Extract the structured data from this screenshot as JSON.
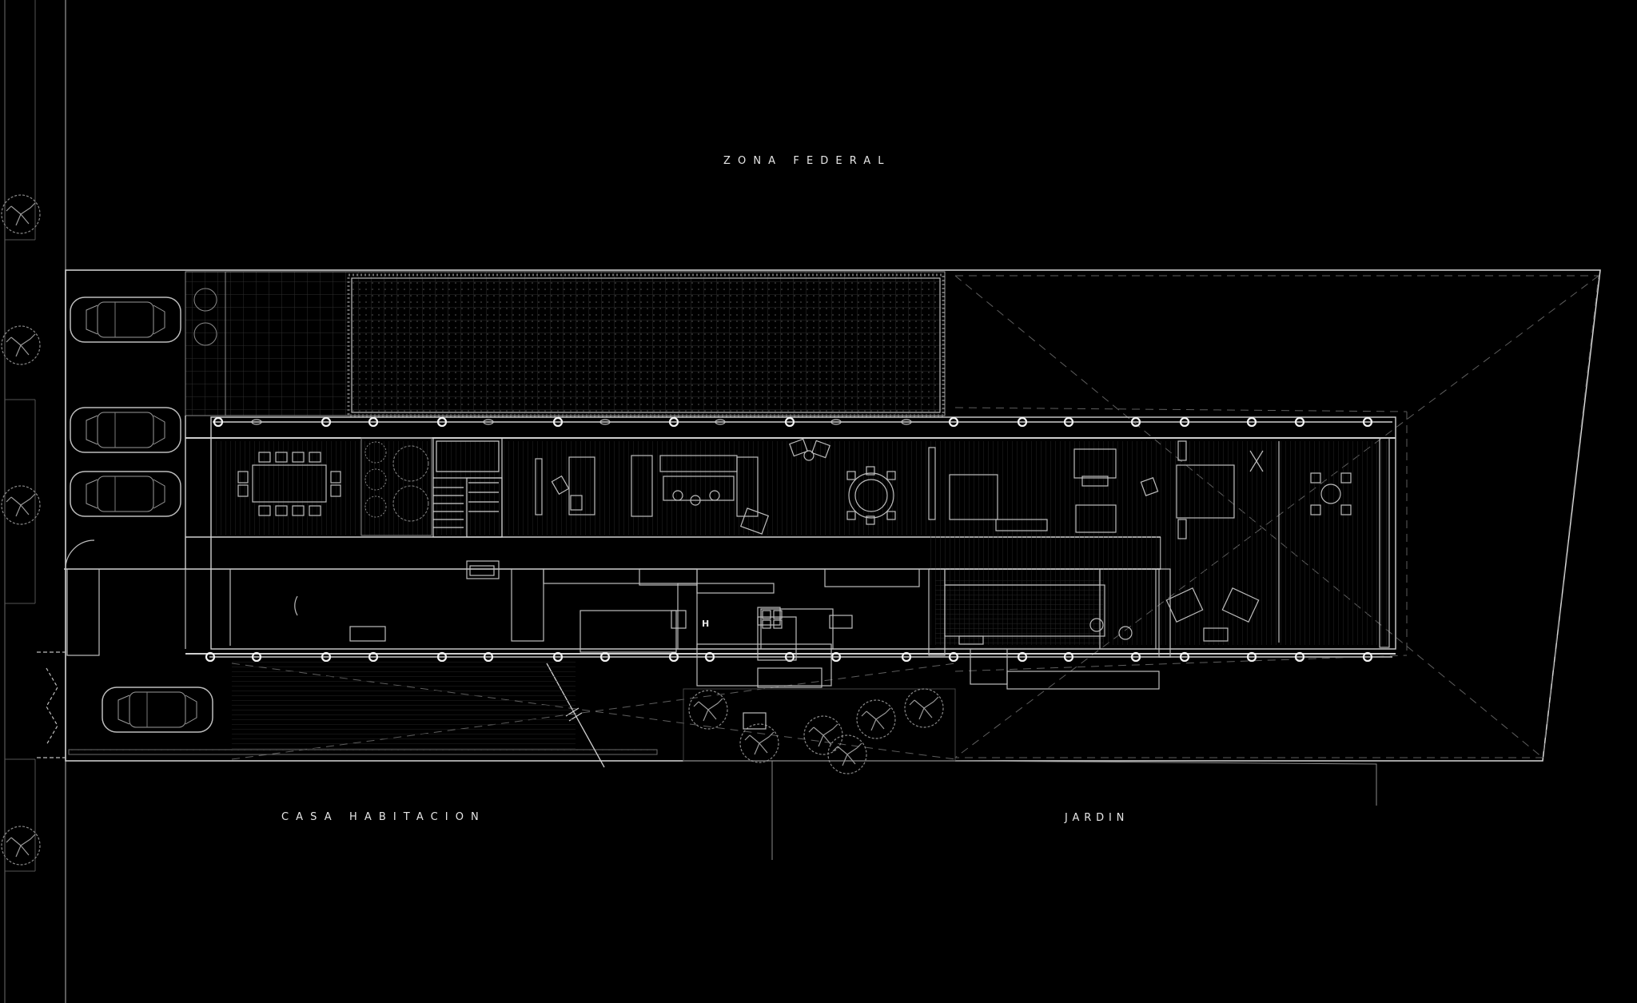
{
  "labels": {
    "north": "ZONA FEDERAL",
    "south_west": "CASA HABITACION",
    "south_east": "JARDIN"
  },
  "symbols": {
    "service_mark": "H"
  },
  "colors": {
    "background": "#000000",
    "line": "#cfcfcf",
    "faint": "#6b6b6b",
    "text": "#e6e6e6"
  }
}
